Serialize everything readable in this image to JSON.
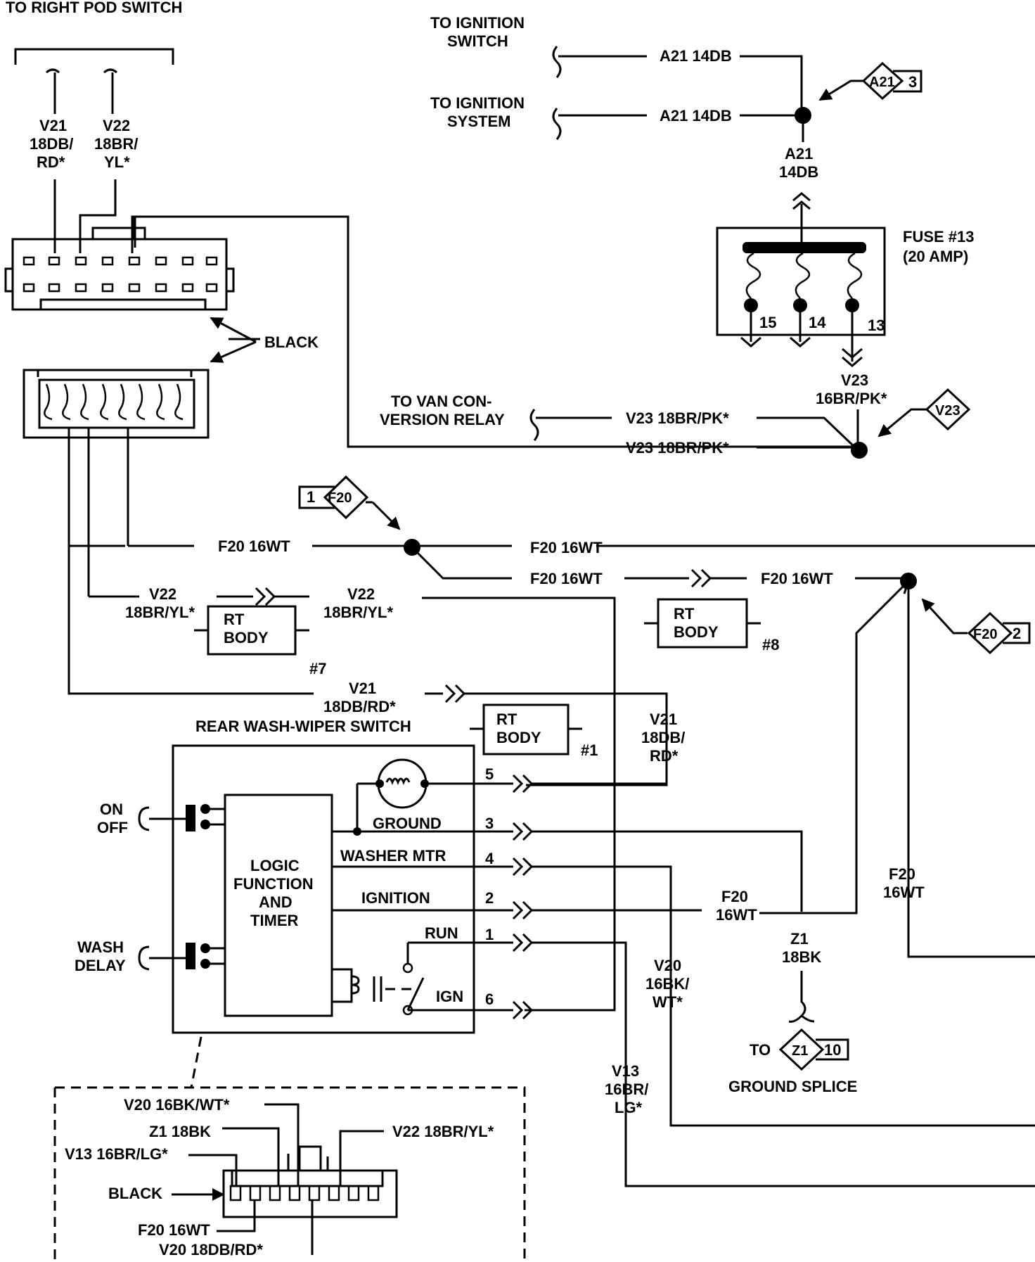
{
  "labels": {
    "to_right_pod_switch": "TO RIGHT POD SWITCH",
    "to_ignition_switch": [
      "TO IGNITION",
      "SWITCH"
    ],
    "to_ignition_system": [
      "TO IGNITION",
      "SYSTEM"
    ],
    "to_van_conversion": [
      "TO VAN CON-",
      "VERSION RELAY"
    ],
    "black_connector": "BLACK",
    "rear_wash_wiper_switch": "REAR WASH-WIPER SWITCH",
    "to_ground_splice": [
      "TO",
      "GROUND SPLICE"
    ]
  },
  "wires": {
    "a21_top": "A21 14DB",
    "a21_mid": "A21 14DB",
    "a21_vert": [
      "A21",
      "14DB"
    ],
    "v21_pod": [
      "V21",
      "18DB/",
      "RD*"
    ],
    "v22_pod": [
      "V22",
      "18BR/",
      "YL*"
    ],
    "v23_vert": [
      "V23",
      "16BR/PK*"
    ],
    "v23_upper": "V23 18BR/PK*",
    "v23_lower": "V23 18BR/PK*",
    "f20_a": "F20 16WT",
    "f20_b": "F20 16WT",
    "f20_c": "F20 16WT",
    "f20_d": "F20 16WT",
    "v22_left": [
      "V22",
      "18BR/YL*"
    ],
    "v22_right": [
      "V22",
      "18BR/YL*"
    ],
    "v21_mid": [
      "V21",
      "18DB/RD*"
    ],
    "v21_right": [
      "V21",
      "18DB/",
      "RD*"
    ],
    "f20_sw": [
      "F20",
      "16WT"
    ],
    "f20_right": [
      "F20",
      "16WT"
    ],
    "z1": [
      "Z1",
      "18BK"
    ],
    "v20": [
      "V20",
      "16BK/",
      "WT*"
    ],
    "v13": [
      "V13",
      "16BR/",
      "LG*"
    ]
  },
  "fuse": {
    "title": [
      "FUSE #13",
      "(20 AMP)"
    ],
    "pins": [
      "15",
      "14",
      "13"
    ]
  },
  "splices": {
    "a21": {
      "name": "A21",
      "num": "3"
    },
    "v23": {
      "name": "V23"
    },
    "f20_left": {
      "num": "1",
      "name": "F20"
    },
    "f20_right": {
      "name": "F20",
      "num": "2"
    },
    "z1": {
      "name": "Z1",
      "num": "10"
    }
  },
  "rt_body": [
    {
      "text": [
        "RT",
        "BODY"
      ],
      "num": "#7"
    },
    {
      "text": [
        "RT",
        "BODY"
      ],
      "num": "#8"
    },
    {
      "text": [
        "RT",
        "BODY"
      ],
      "num": "#1"
    }
  ],
  "switch": {
    "on_off": [
      "ON",
      "OFF"
    ],
    "wash_delay": [
      "WASH",
      "DELAY"
    ],
    "logic": [
      "LOGIC",
      "FUNCTION",
      "AND",
      "TIMER"
    ],
    "ground": "GROUND",
    "washer_mtr": "WASHER MTR",
    "ignition": "IGNITION",
    "run": "RUN",
    "ign": "IGN",
    "terminals": [
      "5",
      "3",
      "4",
      "2",
      "1",
      "6"
    ]
  },
  "inset": {
    "v20": "V20 16BK/WT*",
    "z1": "Z1 18BK",
    "v13": "V13 16BR/LG*",
    "black": "BLACK",
    "f20": "F20 16WT",
    "v20_db": "V20 18DB/RD*",
    "v22": "V22 18BR/YL*"
  }
}
